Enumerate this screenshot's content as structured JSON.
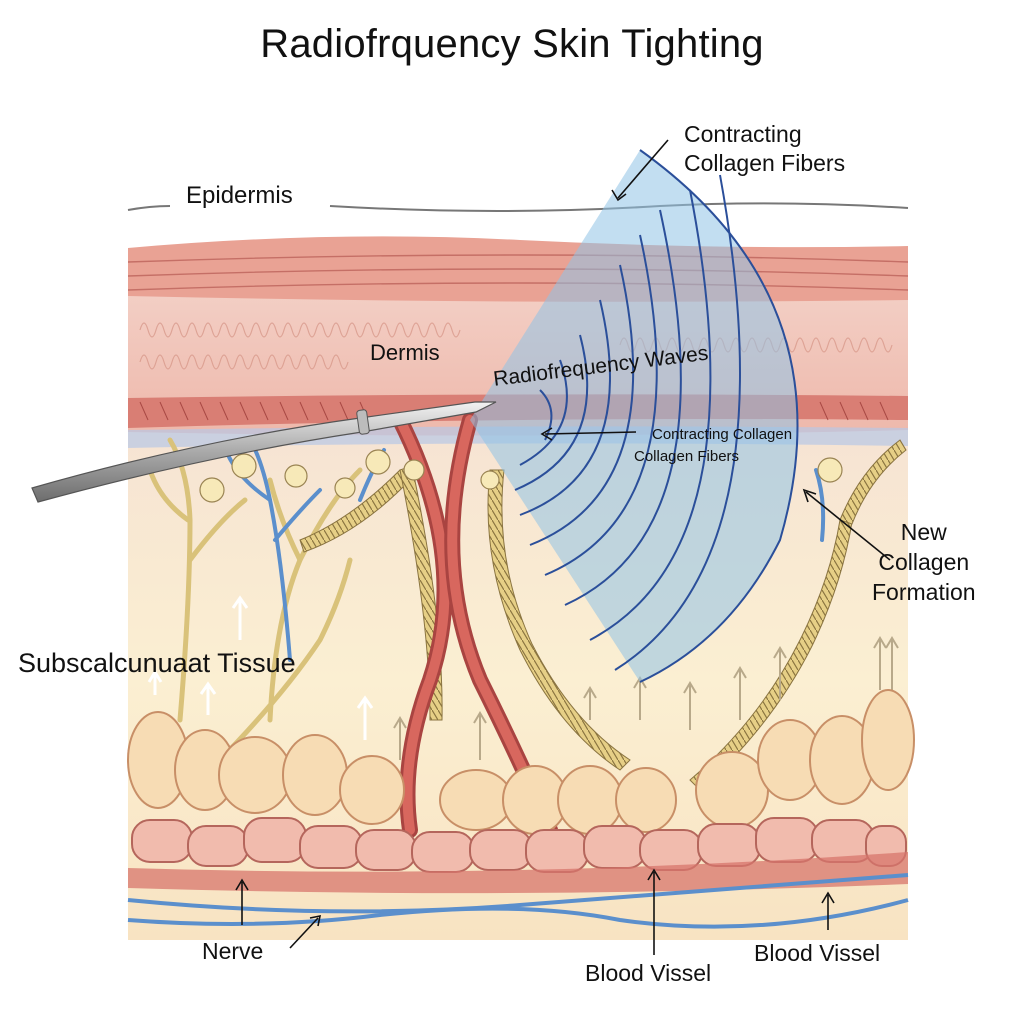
{
  "title": "Radiofrquency Skin Tighting",
  "labels": {
    "epidermis": "Epidermis",
    "dermis": "Dermis",
    "rf_waves": "Radiofrequency Waves",
    "contracting_top_1": "Contracting",
    "contracting_top_2": "Collagen Fibers",
    "contracting_mid_1": "Contracting Collagen",
    "contracting_mid_2": "Collagen Fibers",
    "new_collagen_1": "New",
    "new_collagen_2": "Collagen",
    "new_collagen_3": "Formation",
    "subcutaneous": "Subscalcunuaat Tissue",
    "nerve": "Nerve",
    "blood_vessel_1": "Blood Vissel",
    "blood_vessel_2": "Blood Vissel"
  },
  "colors": {
    "epidermis_top": "#e79a8e",
    "dermis": "#f2c7bc",
    "subcutaneous": "#f8e6c8",
    "fat_cell": "#f6d7ae",
    "muscle_cell": "#f0b9aa",
    "rf_field": "#8fc3e6",
    "rf_wave_line": "#2b4f9a",
    "artery": "#c8554e",
    "nerve": "#d9c27a",
    "vein": "#5b8fcc"
  }
}
